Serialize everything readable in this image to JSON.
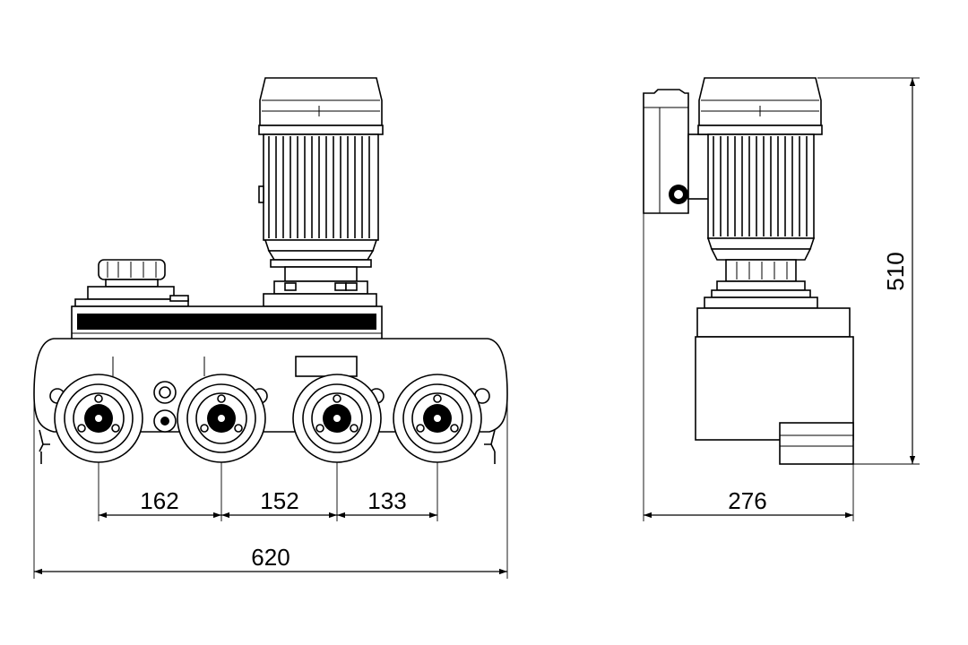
{
  "drawing": {
    "front_view": {
      "dimensions": {
        "spacing_1": "162",
        "spacing_2": "152",
        "spacing_3": "133",
        "overall_width": "620"
      }
    },
    "side_view": {
      "dimensions": {
        "depth": "276",
        "height": "510"
      }
    },
    "colors": {
      "line": "#000000",
      "background": "#ffffff"
    }
  }
}
